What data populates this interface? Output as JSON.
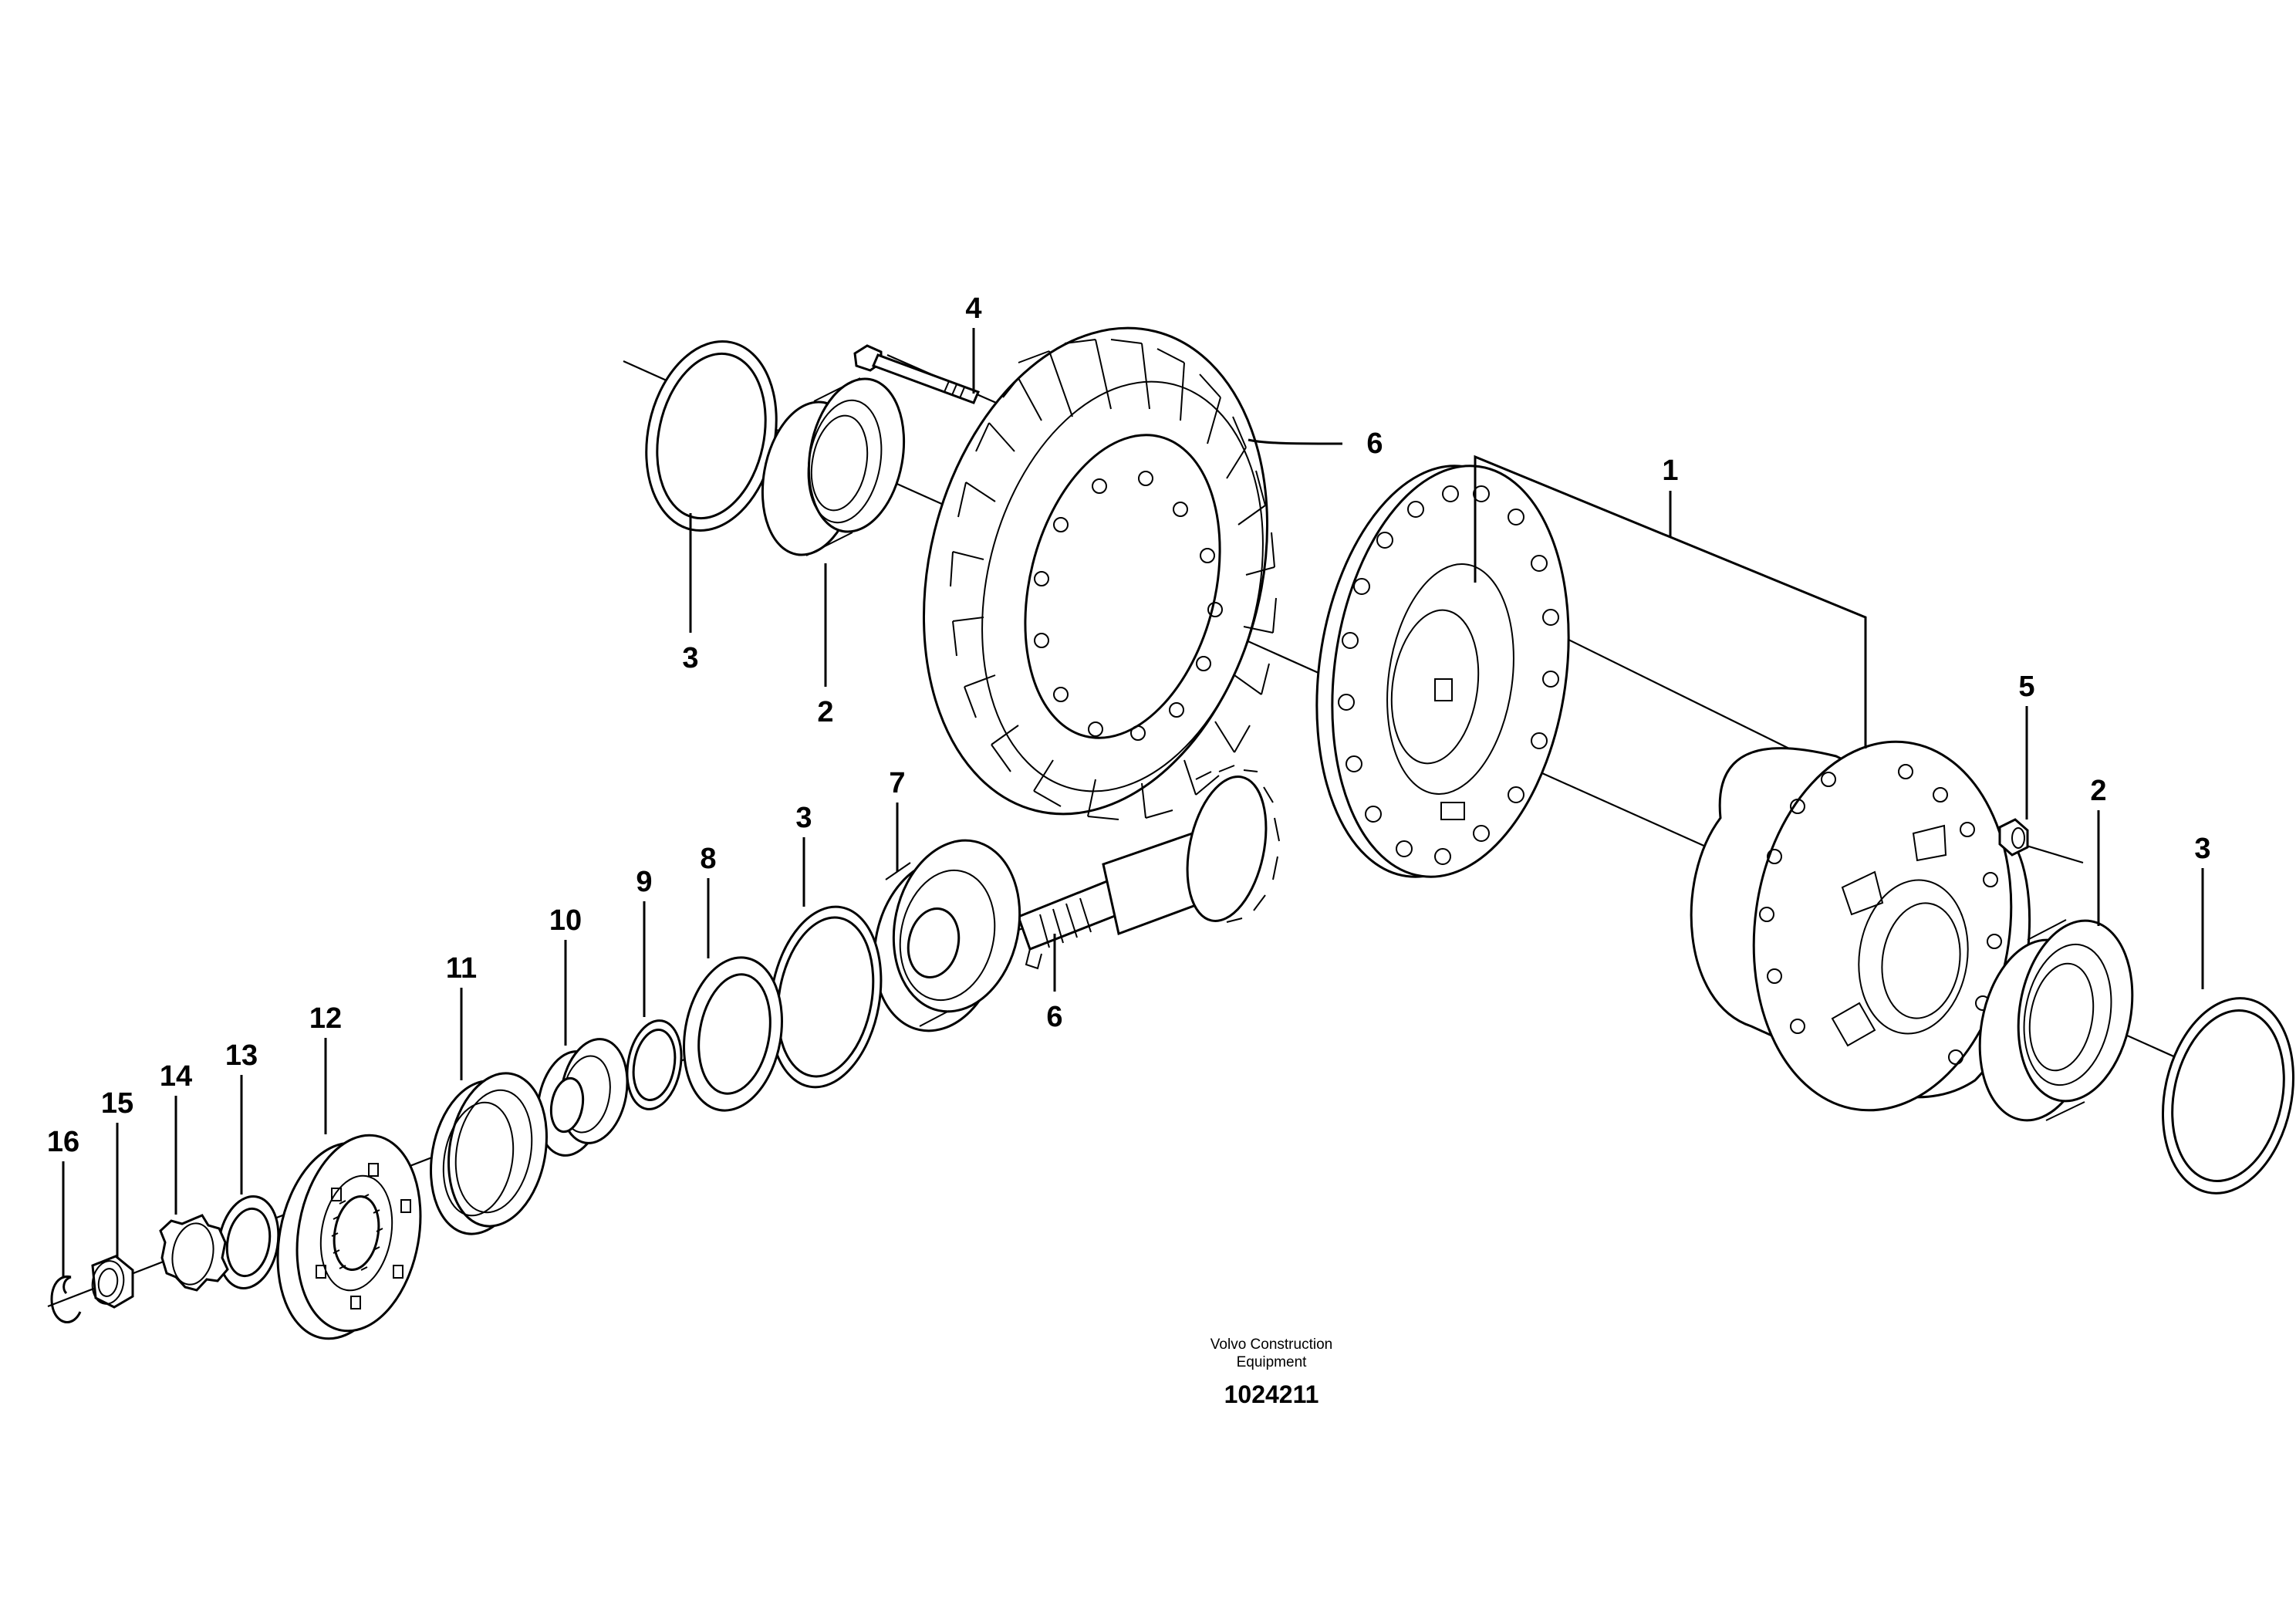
{
  "callouts": {
    "c1": "1",
    "c2a": "2",
    "c2b": "2",
    "c3a": "3",
    "c3b": "3",
    "c3c": "3",
    "c4": "4",
    "c5": "5",
    "c6a": "6",
    "c6b": "6",
    "c7": "7",
    "c8": "8",
    "c9": "9",
    "c10": "10",
    "c11": "11",
    "c12": "12",
    "c13": "13",
    "c14": "14",
    "c15": "15",
    "c16": "16"
  },
  "footer": {
    "brand_line1": "Volvo Construction",
    "brand_line2": "Equipment",
    "drawing_number": "1024211"
  }
}
